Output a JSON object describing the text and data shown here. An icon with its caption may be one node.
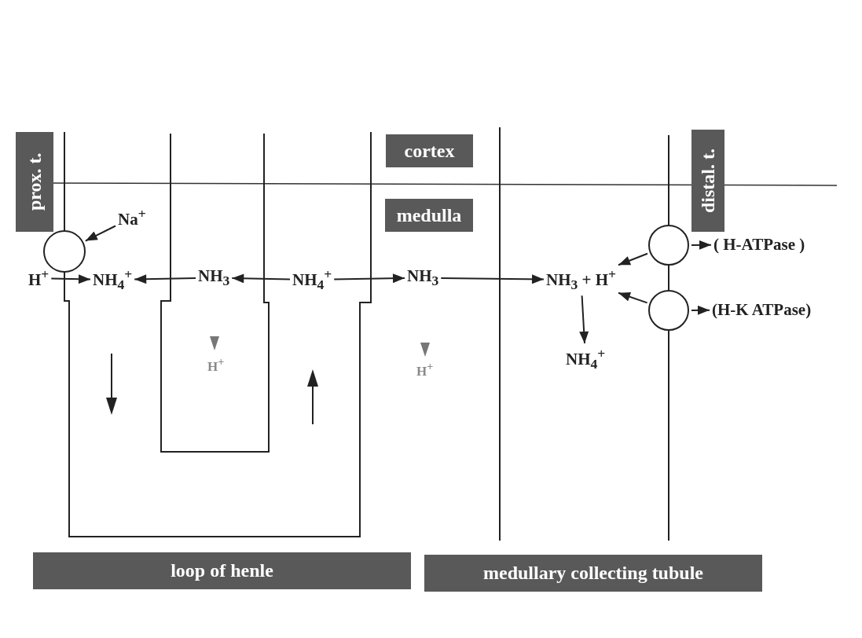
{
  "diagram": {
    "nodes": [
      {
        "text": [
          "prox. t."
        ]
      },
      {
        "text": [
          "cortex"
        ]
      },
      {
        "text": [
          "medulla"
        ]
      },
      {
        "text": [
          "distal. t."
        ]
      },
      {
        "text": [
          "loop of henle"
        ]
      },
      {
        "text": [
          "medullary collecting tubule"
        ]
      },
      {
        "text": [
          "Na$^{+}$"
        ]
      },
      {
        "text": [
          "H$^{+}$"
        ]
      },
      {
        "text": [],
        "shape": "circle"
      },
      {
        "text": [
          "NH$_{4}$$^{+}$"
        ]
      },
      {
        "text": [
          "NH$_{3}$"
        ]
      },
      {
        "text": [
          "NH$_{4}$$^{+}$"
        ]
      },
      {
        "text": [
          "NH$_{3}$"
        ]
      },
      {
        "text": [
          "NH$_{3}$ + H$^{+}$"
        ]
      },
      {
        "text": [
          "NH$_{4}$$^{+}$"
        ]
      },
      {
        "text": [],
        "shape": "circle"
      },
      {
        "text": [],
        "shape": "circle"
      },
      {
        "text": [
          "( H-ATPase )"
        ]
      },
      {
        "text": [
          "(H-K ATPase)"
        ]
      },
      {
        "text": [
          "H$^{+}$"
        ]
      },
      {
        "text": [
          "H$^{+}$"
        ]
      }
    ],
    "edges": [
      {
        "from": 6,
        "to": 8,
        "arrow": "to"
      },
      {
        "from": 7,
        "to": 9,
        "arrow": "to"
      },
      {
        "from": 10,
        "to": 9,
        "arrow": "to"
      },
      {
        "from": 11,
        "to": 10,
        "arrow": "to"
      },
      {
        "from": 11,
        "to": 12,
        "arrow": "to"
      },
      {
        "from": 12,
        "to": 13,
        "arrow": "to"
      },
      {
        "from": 13,
        "to": 14,
        "arrow": "to"
      },
      {
        "from": 15,
        "to": 13,
        "arrow": "to"
      },
      {
        "from": 16,
        "to": 13,
        "arrow": "to"
      },
      {
        "from": 15,
        "to": 17,
        "arrow": "to"
      },
      {
        "from": 16,
        "to": 18,
        "arrow": "to"
      }
    ]
  }
}
